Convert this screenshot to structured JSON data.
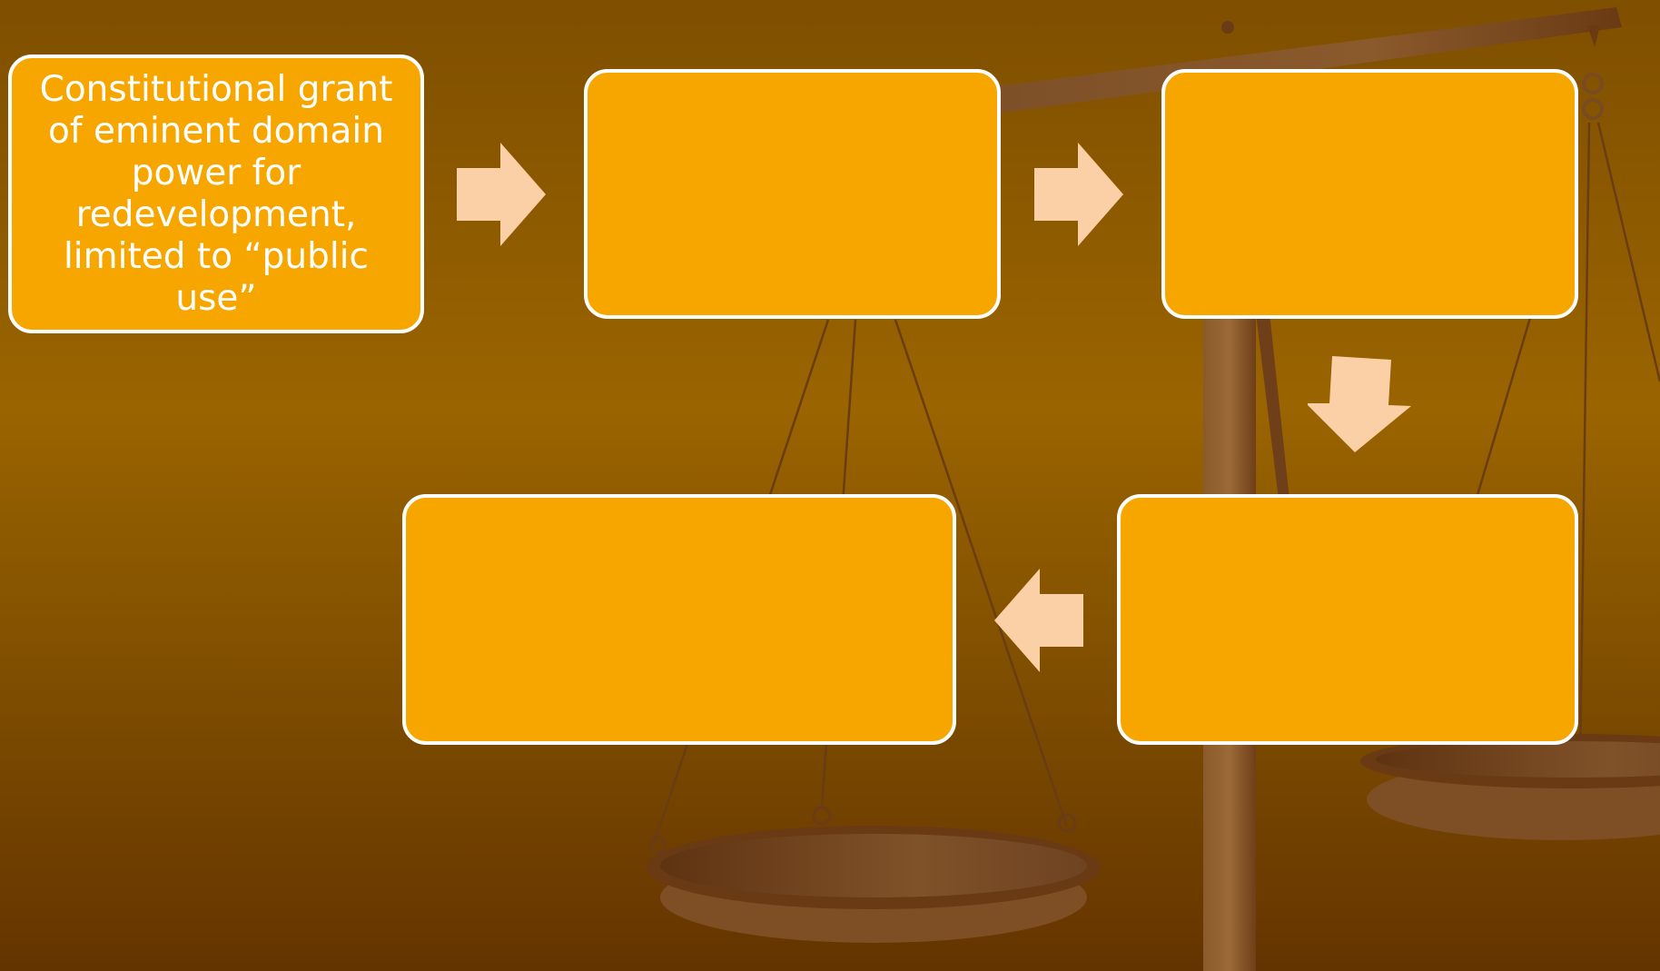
{
  "colors": {
    "box_fill": "#f7a600",
    "box_border": "#ffffff",
    "arrow_fill": "#fcd0a6",
    "background_top": "#7f4f00",
    "background_bottom": "#643400",
    "scale_wood": "#7a4c22"
  },
  "flowchart": {
    "steps": [
      {
        "label": "Constitutional grant of eminent domain power for redevelopment, limited to “public use”"
      },
      {
        "label": ""
      },
      {
        "label": ""
      },
      {
        "label": ""
      },
      {
        "label": ""
      }
    ],
    "arrows": [
      {
        "from": 1,
        "to": 2,
        "direction": "right"
      },
      {
        "from": 2,
        "to": 3,
        "direction": "right"
      },
      {
        "from": 3,
        "to": 4,
        "direction": "down"
      },
      {
        "from": 4,
        "to": 5,
        "direction": "left"
      }
    ]
  },
  "background_decoration": {
    "icon": "scales-of-justice-icon"
  }
}
